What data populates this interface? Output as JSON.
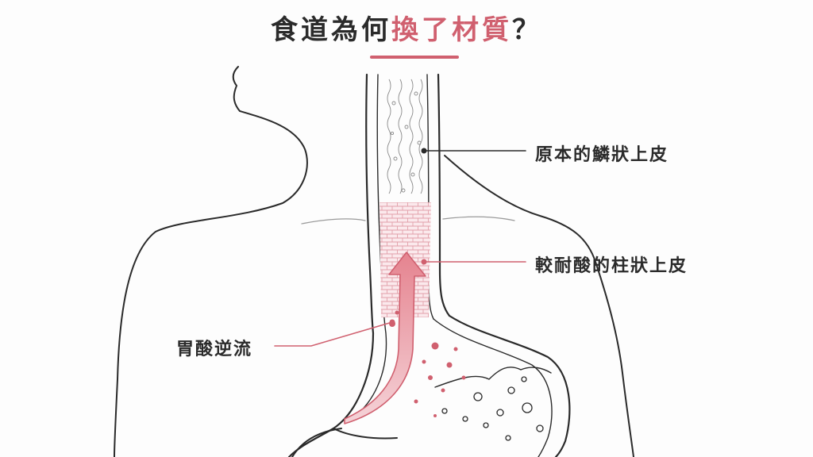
{
  "title": {
    "part1": "食道為何",
    "part2": "換了材質",
    "part3": "？"
  },
  "labels": {
    "squamous": "原本的鱗狀上皮",
    "columnar": "較耐酸的柱狀上皮",
    "reflux": "胃酸逆流"
  },
  "colors": {
    "accent": "#d0606f",
    "ink": "#2b2b2b",
    "accent_light": "#f3c4cb"
  }
}
